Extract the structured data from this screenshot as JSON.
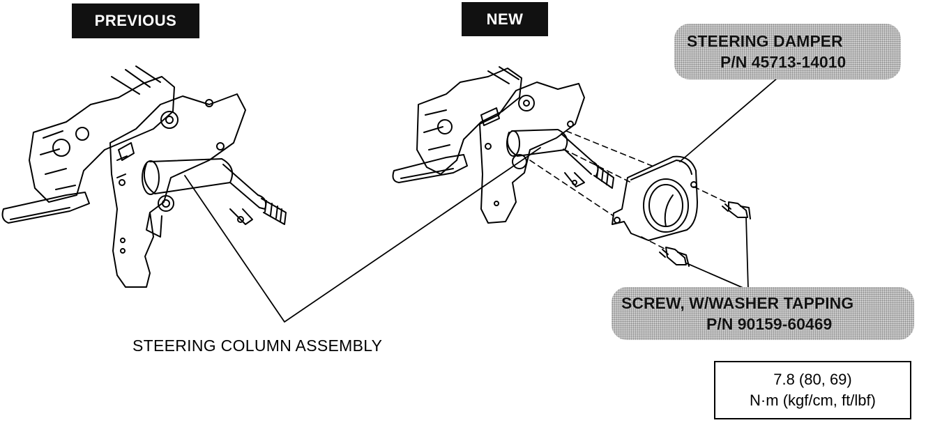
{
  "labels": {
    "previous": "PREVIOUS",
    "new": "NEW",
    "steering_column_assembly": "STEERING COLUMN ASSEMBLY"
  },
  "callouts": {
    "damper": {
      "name": "STEERING DAMPER",
      "part_number": "P/N 45713-14010"
    },
    "screw": {
      "name": "SCREW, W/WASHER TAPPING",
      "part_number": "P/N 90159-60469"
    }
  },
  "torque": {
    "value": "7.8 (80, 69)",
    "units": "N·m (kgf/cm, ft/lbf)"
  },
  "colors": {
    "ink": "#000000",
    "callout_fill": "#cfcfcf",
    "tag_fill": "#111111"
  }
}
